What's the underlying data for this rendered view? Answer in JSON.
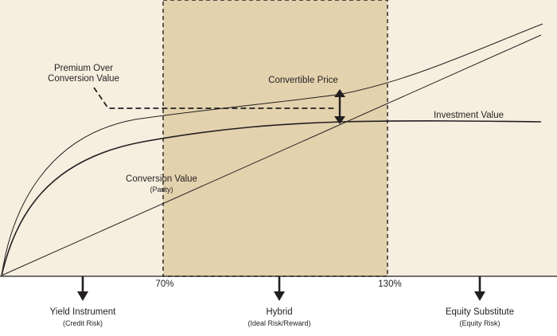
{
  "annotations": {
    "premium_line1": "Premium Over",
    "premium_line2": "Conversion Value",
    "convertible_price": "Convertible Price",
    "investment_value": "Investment Value",
    "conversion_value": "Conversion Value",
    "conversion_value_sub": "(Parity)"
  },
  "axis": {
    "tick_left": "70%",
    "tick_right": "130%"
  },
  "categories": [
    {
      "title": "Yield Instrument",
      "subtitle": "(Credit Risk)"
    },
    {
      "title": "Hybrid",
      "subtitle": "(Ideal Risk/Reward)"
    },
    {
      "title": "Equity Substitute",
      "subtitle": "(Equity Risk)"
    }
  ],
  "colors": {
    "outer_background": "#f6efe0",
    "hybrid_zone": "#e3d2ae",
    "line": "#231f20",
    "page": "#ffffff"
  }
}
